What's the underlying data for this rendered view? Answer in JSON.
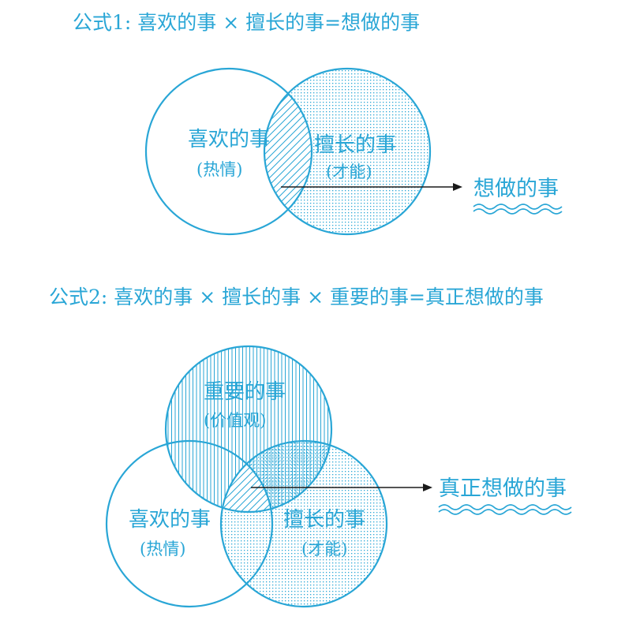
{
  "colors": {
    "accent": "#29a6d6",
    "arrow": "#1a1a1a"
  },
  "formula1": {
    "title": "公式1: 喜欢的事 × 擅长的事=想做的事",
    "circle_like": {
      "label": "喜欢的事",
      "sub": "(热情)"
    },
    "circle_skill": {
      "label": "擅长的事",
      "sub": "(才能)"
    },
    "result": "想做的事"
  },
  "formula2": {
    "title": "公式2: 喜欢的事 × 擅长的事 × 重要的事=真正想做的事",
    "circle_value": {
      "label": "重要的事",
      "sub": "(价值观)"
    },
    "circle_like": {
      "label": "喜欢的事",
      "sub": "(热情)"
    },
    "circle_skill": {
      "label": "擅长的事",
      "sub": "(才能)"
    },
    "result": "真正想做的事"
  }
}
